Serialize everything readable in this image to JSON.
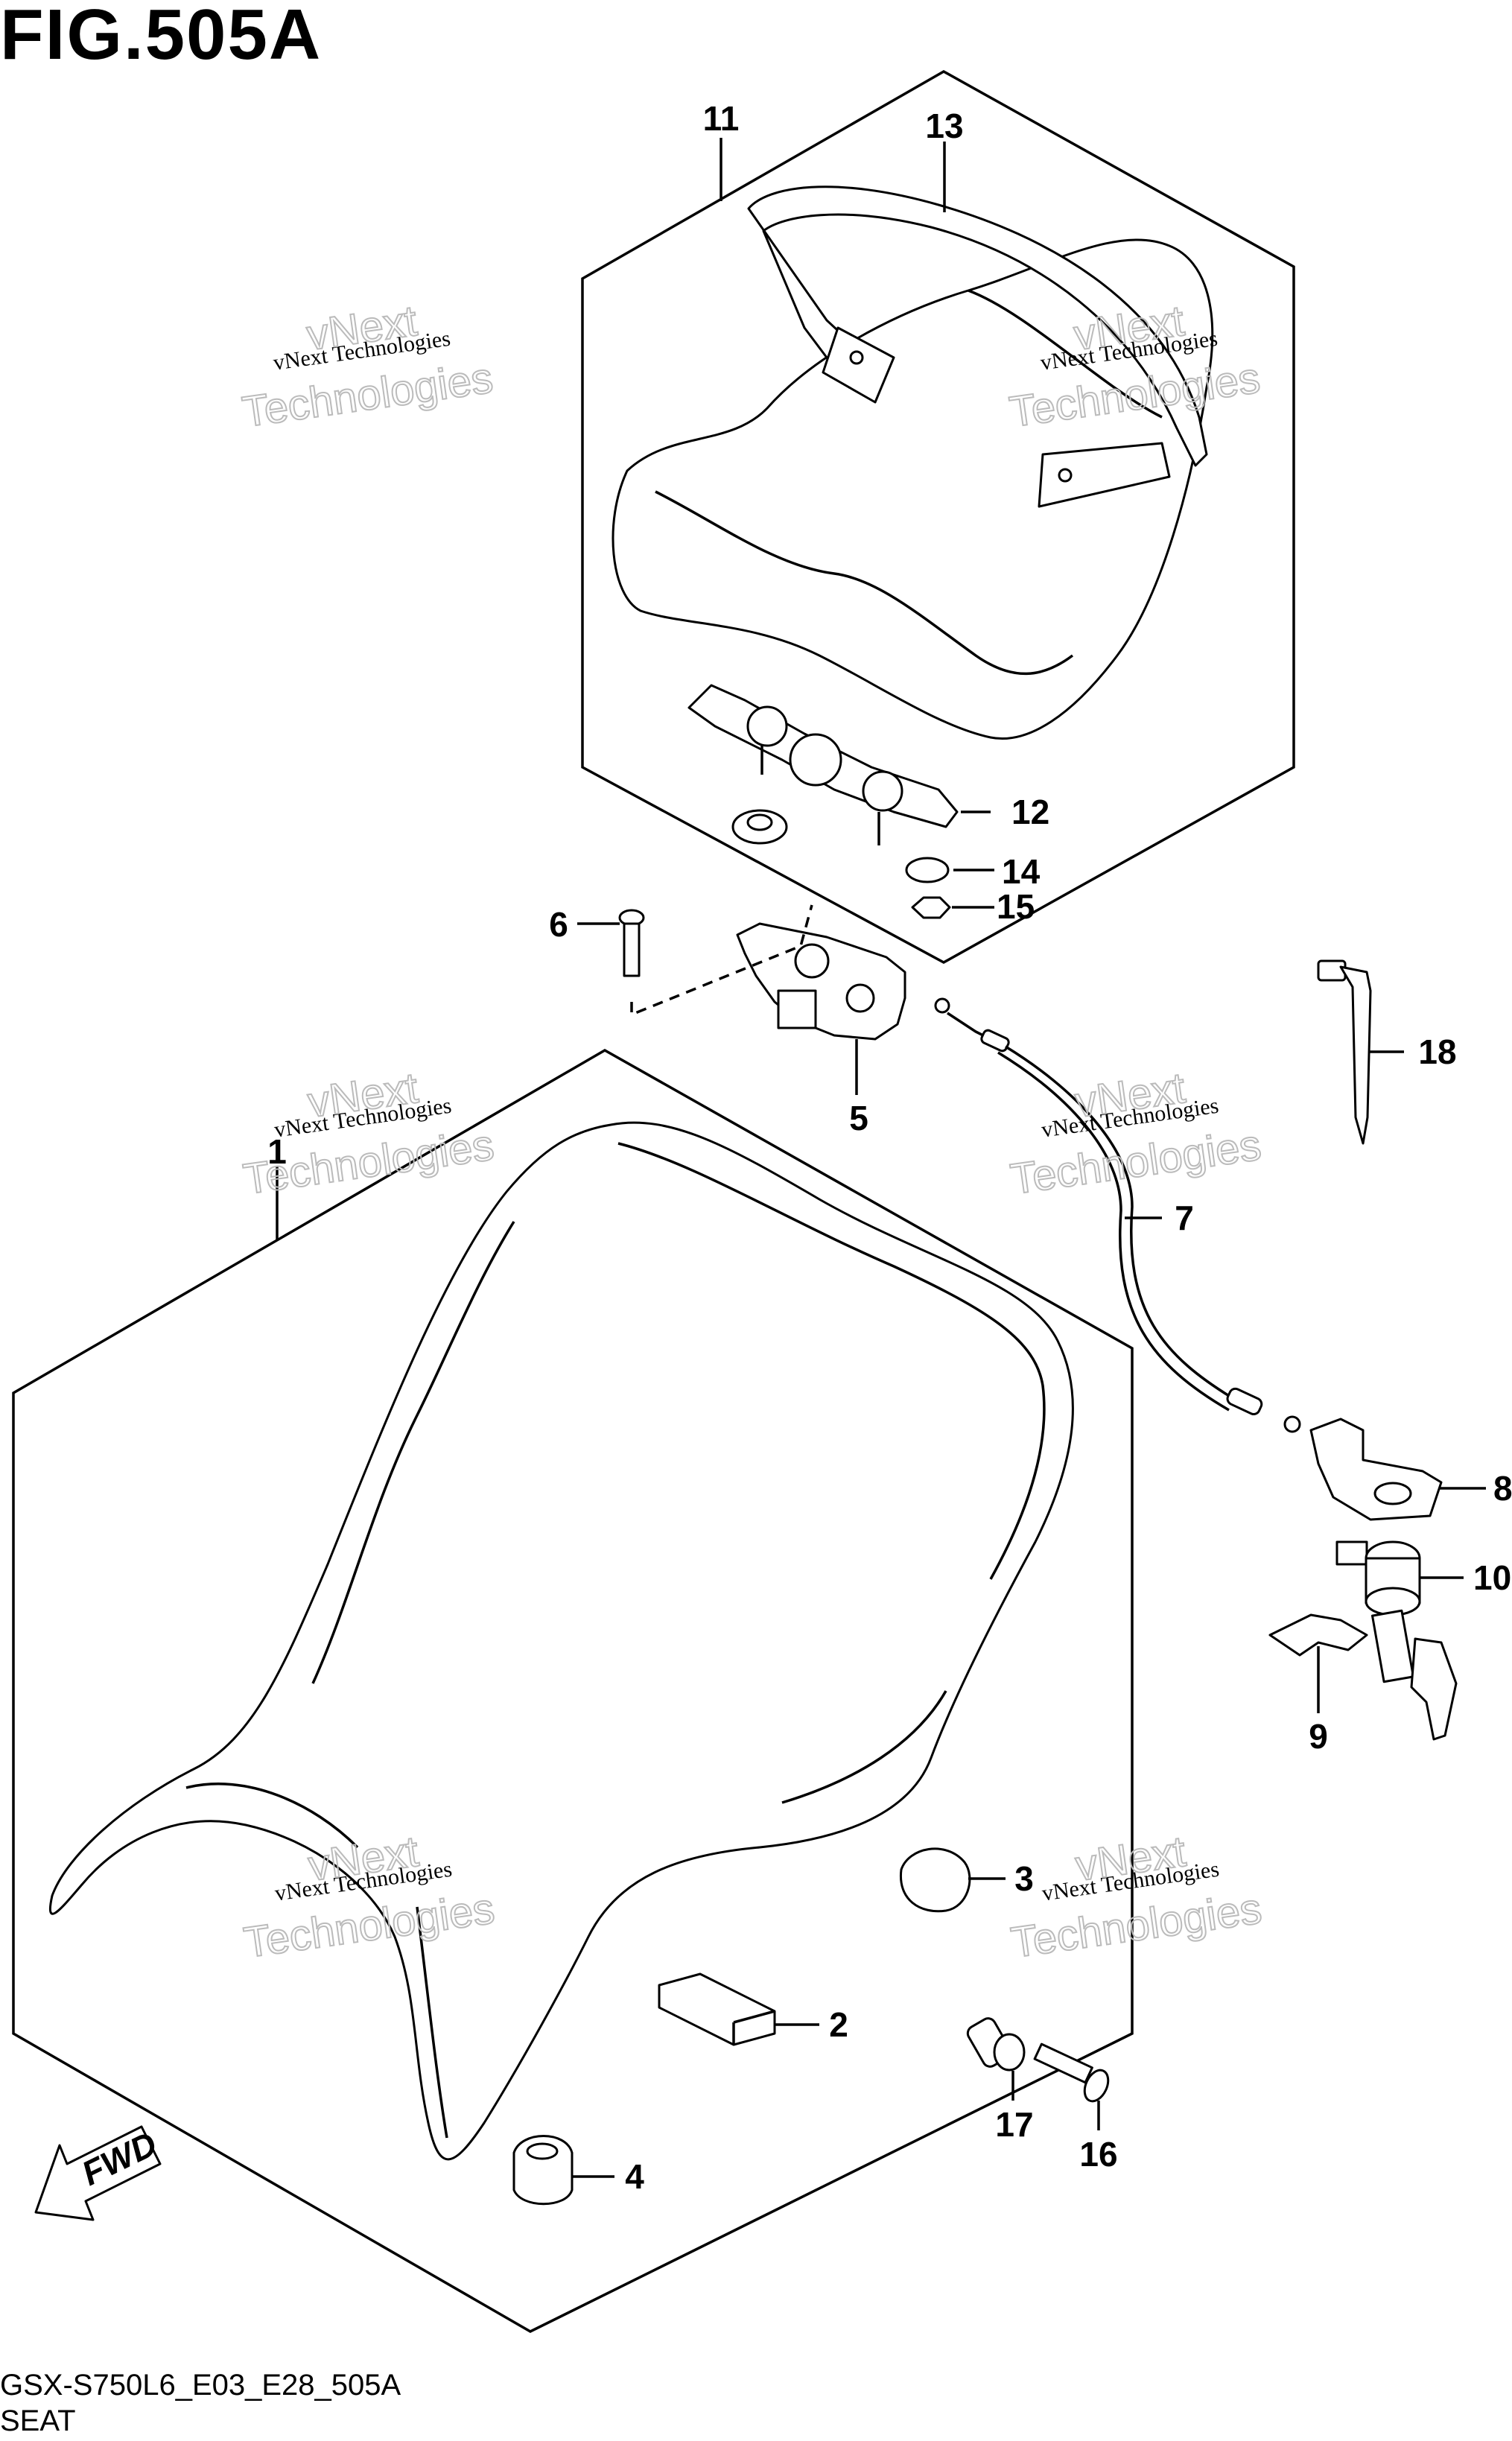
{
  "figure": {
    "title": "FIG.505A",
    "code": "GSX-S750L6_E03_E28_505A",
    "name": "SEAT"
  },
  "watermark": {
    "line1": "vNext Technologies",
    "line2a": "vNext",
    "line2b": "Technologies"
  },
  "fwd": "FWD",
  "callouts": [
    {
      "n": "1"
    },
    {
      "n": "2"
    },
    {
      "n": "3"
    },
    {
      "n": "4"
    },
    {
      "n": "5"
    },
    {
      "n": "6"
    },
    {
      "n": "7"
    },
    {
      "n": "8"
    },
    {
      "n": "9"
    },
    {
      "n": "10"
    },
    {
      "n": "11"
    },
    {
      "n": "12"
    },
    {
      "n": "13"
    },
    {
      "n": "14"
    },
    {
      "n": "15"
    },
    {
      "n": "16"
    },
    {
      "n": "17"
    },
    {
      "n": "18"
    }
  ]
}
